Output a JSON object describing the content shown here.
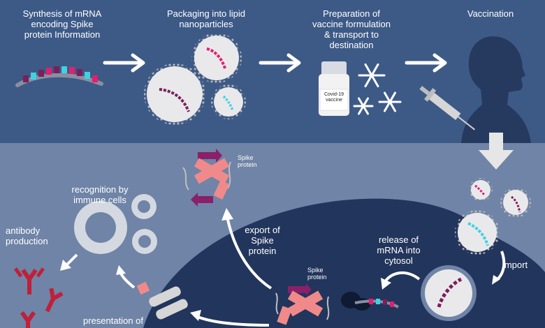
{
  "top_steps": {
    "synthesis": "Synthesis of mRNA\nencoding Spike\nprotein Information",
    "packaging": "Packaging into lipid\nnanoparticles",
    "preparation": "Preparation of\nvaccine formulation\n& transport to\ndestination",
    "vaccination": "Vaccination"
  },
  "vial_label": "Covid-19\nvaccine",
  "bottom_steps": {
    "recognition": "recognition by\nimmune cells",
    "antibody": "antibody\nproduction",
    "export": "export of\nSpike\nprotein",
    "release": "release of\nmRNA into\ncytosol",
    "import": "import",
    "presentation": "presentation of"
  },
  "spike_label_top": "Spike\nprotein",
  "spike_label_cell": "Spike\nprotein",
  "colors": {
    "top_bg": "#3d5a87",
    "bottom_bg": "#6f84a6",
    "cell": "#22355c",
    "white": "#ffffff",
    "mrna_purple": "#7a1f5a",
    "mrna_pink": "#e21f6e",
    "mrna_cyan": "#3fd3e0",
    "spike_salmon": "#f08a8a",
    "antibody_red": "#c0203a"
  }
}
